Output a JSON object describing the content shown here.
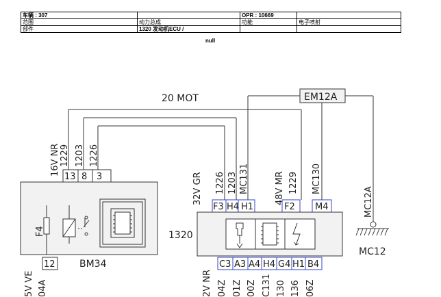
{
  "header": {
    "rows": [
      {
        "c1": "车辆 : 307",
        "c2": "",
        "c3": "OPR : 10669",
        "c4": ""
      },
      {
        "c1": "范围",
        "c2": "动力总成",
        "c3": "功能",
        "c4": "电子喷射"
      },
      {
        "c1": "部件",
        "c2": "1320 发动机ECU /",
        "c3": "",
        "c4": ""
      }
    ],
    "footer": "null"
  },
  "diagram": {
    "title": "20 MOT",
    "connector_em": "EM12A",
    "bm34": {
      "name": "BM34",
      "pins": [
        "13",
        "8",
        "3"
      ],
      "wire_labels": [
        "16V NR",
        "1229",
        "1203",
        "1226"
      ],
      "fuse": "F4",
      "bottom_pin": "12",
      "bottom_labels": [
        "5V VE",
        "04A"
      ]
    },
    "ecu": {
      "name": "1320",
      "left_group": {
        "color_label": "32V GR",
        "wires": [
          "1226",
          "1203",
          "MC131"
        ],
        "pins": [
          "F3",
          "H4",
          "H1"
        ]
      },
      "right_group": {
        "color_label": "48V MR",
        "wires": [
          "1229",
          "MC130"
        ],
        "pins": [
          "F2",
          "M4"
        ]
      },
      "bottom_pins": [
        "C3",
        "A3",
        "A4",
        "H4",
        "G4",
        "H1",
        "B4"
      ],
      "bottom_labels": [
        "2V NR",
        "04Z",
        "01Z",
        "00Z",
        "C131",
        "130",
        "136",
        "06Z"
      ]
    },
    "ground": {
      "wire": "MC12A",
      "name": "MC12"
    },
    "colors": {
      "line": "#333333",
      "pin_border": "#3344cc",
      "box_fill": "#f2f2f2"
    }
  }
}
